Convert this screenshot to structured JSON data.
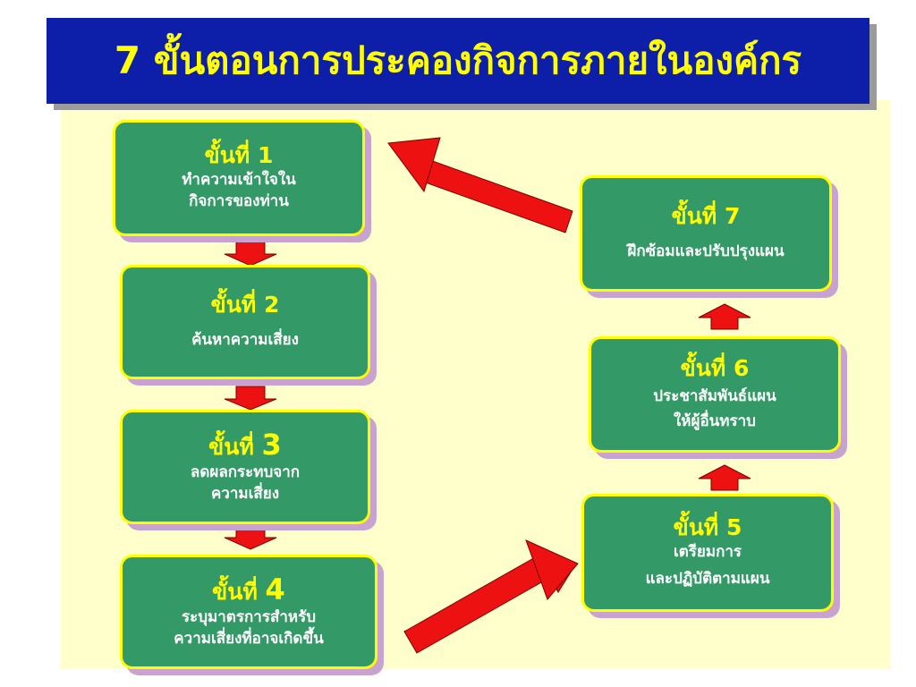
{
  "title": "7 ขั้นตอนการประคองกิจการภายในองค์กร",
  "colors": {
    "title_bg": "#0d1fa8",
    "title_text": "#ffff00",
    "panel_bg": "#ffffcc",
    "box_bg": "#339966",
    "box_border": "#ffff00",
    "box_shadow": "#c9a3cf",
    "arrow": "#ee1111"
  },
  "steps": [
    {
      "title_prefix": "ขั้นที่ ",
      "num": "1",
      "lines": [
        "ทำความเข้าใจใน",
        "กิจการของท่าน"
      ]
    },
    {
      "title_prefix": "ขั้นที่ ",
      "num": "2",
      "lines": [
        "ค้นหาความเสี่ยง"
      ]
    },
    {
      "title_prefix": "ขั้นที่ ",
      "num": "3",
      "lines": [
        "ลดผลกระทบจาก",
        "ความเสี่ยง"
      ]
    },
    {
      "title_prefix": "ขั้นที่ ",
      "num": "4",
      "lines": [
        "ระบุมาตรการสำหรับ",
        "ความเสี่ยงที่อาจเกิดขึ้น"
      ]
    },
    {
      "title_prefix": "ขั้นที่ ",
      "num": "5",
      "lines": [
        "เตรียมการ",
        "และปฏิบัติตามแผน"
      ]
    },
    {
      "title_prefix": "ขั้นที่ ",
      "num": "6",
      "lines": [
        "ประชาสัมพันธ์แผน",
        "ให้ผู้อื่นทราบ"
      ]
    },
    {
      "title_prefix": "ขั้นที่ ",
      "num": "7",
      "lines": [
        "ฝึกซ้อมและปรับปรุงแผน"
      ]
    }
  ]
}
